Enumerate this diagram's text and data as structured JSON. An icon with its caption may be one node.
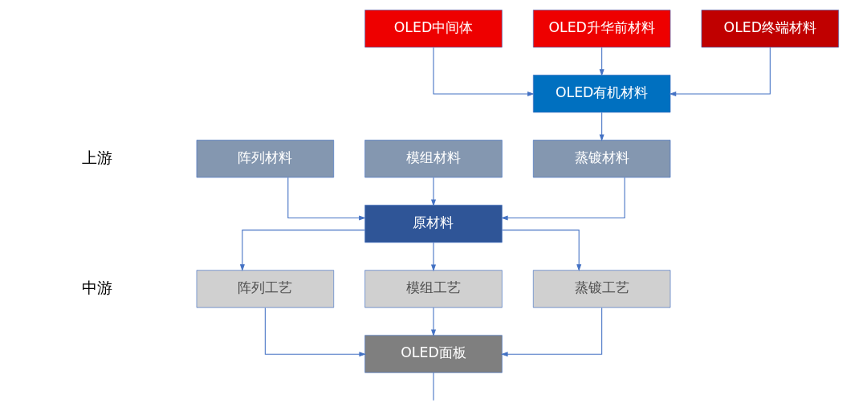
{
  "diagram": {
    "nodes": [
      {
        "text": [
          "OLED中间体"
        ]
      },
      {
        "text": [
          "OLED升华前材料"
        ]
      },
      {
        "text": [
          "OLED终端材料"
        ]
      },
      {
        "text": [
          "OLED有机材料"
        ]
      },
      {
        "text": [
          "阵列材料"
        ]
      },
      {
        "text": [
          "模组材料"
        ]
      },
      {
        "text": [
          "蒸镀材料"
        ]
      },
      {
        "text": [
          "原材料"
        ]
      },
      {
        "text": [
          "阵列工艺"
        ]
      },
      {
        "text": [
          "模组工艺"
        ]
      },
      {
        "text": [
          "蒸镀工艺"
        ]
      },
      {
        "text": [
          "OLED面板"
        ]
      }
    ],
    "edges": [
      {
        "from": 0,
        "to": 3,
        "arrow": "to"
      },
      {
        "from": 1,
        "to": 3,
        "arrow": "to"
      },
      {
        "from": 2,
        "to": 3,
        "arrow": "to"
      },
      {
        "from": 3,
        "to": 6,
        "arrow": "to"
      },
      {
        "from": 4,
        "to": 7,
        "arrow": "to"
      },
      {
        "from": 5,
        "to": 7,
        "arrow": "to"
      },
      {
        "from": 6,
        "to": 7,
        "arrow": "to"
      },
      {
        "from": 7,
        "to": 8,
        "arrow": "to"
      },
      {
        "from": 7,
        "to": 9,
        "arrow": "to"
      },
      {
        "from": 7,
        "to": 10,
        "arrow": "to"
      },
      {
        "from": 8,
        "to": 11,
        "arrow": "to"
      },
      {
        "from": 9,
        "to": 11,
        "arrow": "to"
      },
      {
        "from": 10,
        "to": 11,
        "arrow": "to"
      },
      {
        "from": 11,
        "to": null,
        "arrow": "none"
      }
    ],
    "labels": [
      "上游",
      "中游"
    ]
  }
}
